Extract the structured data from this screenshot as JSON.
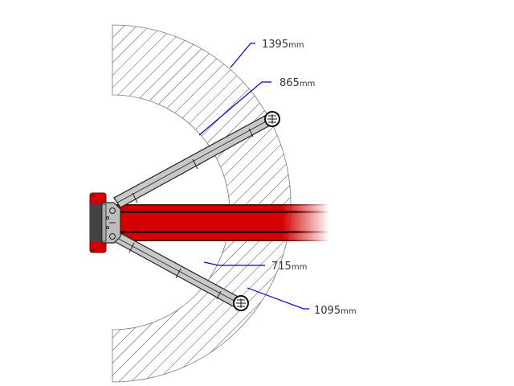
{
  "dimensions": [
    {
      "value": "1395",
      "unit": "mm"
    },
    {
      "value": "865",
      "unit": "mm"
    },
    {
      "value": "715",
      "unit": "mm"
    },
    {
      "value": "1095",
      "unit": "mm"
    }
  ],
  "colors": {
    "beam": "#d40000",
    "arm": "#c8c8c8",
    "leader": "#0000cc",
    "hatch": "#333333"
  }
}
